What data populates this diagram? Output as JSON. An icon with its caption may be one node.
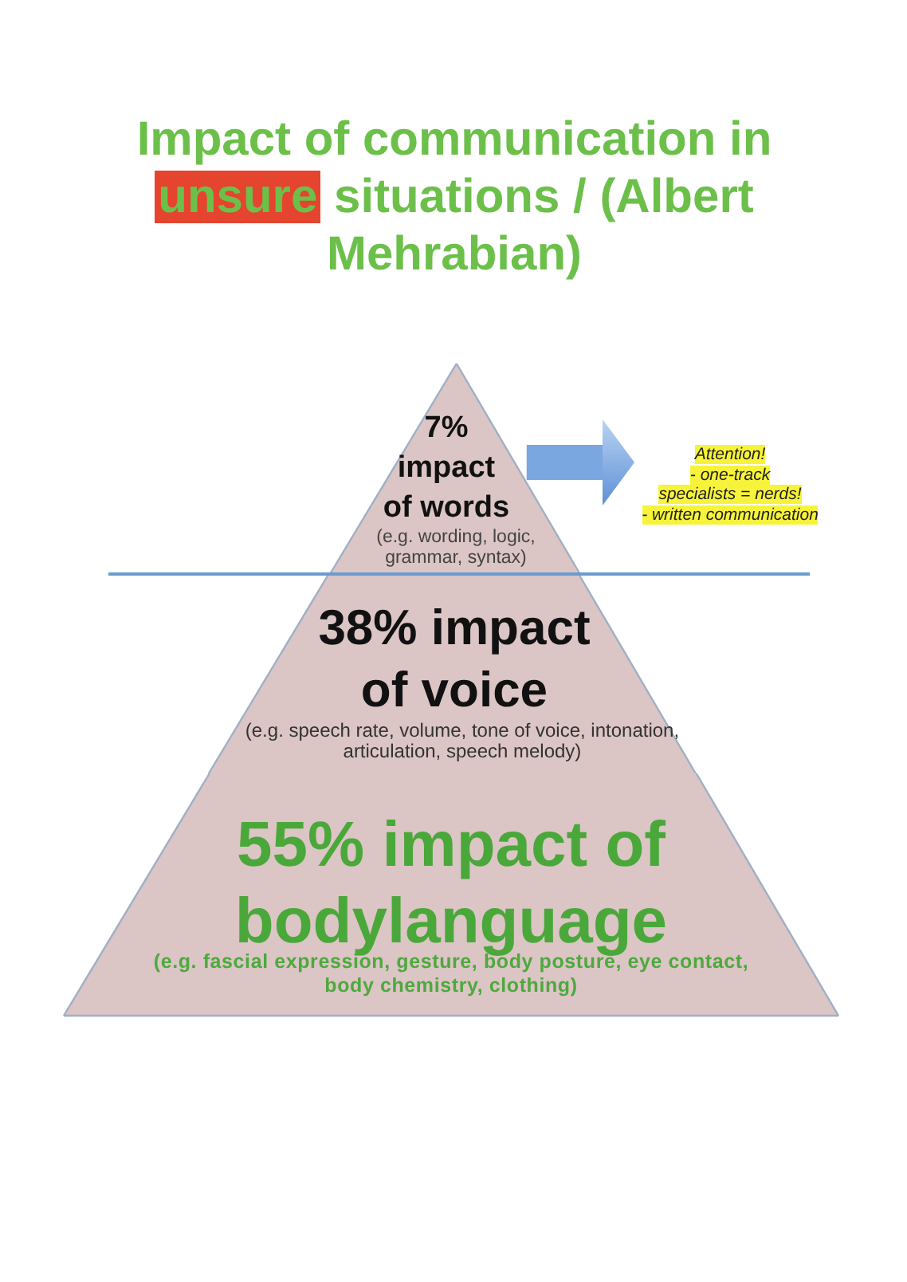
{
  "diagram": {
    "title": "Impact of communication in **unsure** situations / (Albert Mehrabian)",
    "nodes": [
      {
        "text": [
          "7% impact of words",
          "(e.g. wording, logic, grammar, syntax)"
        ]
      },
      {
        "text": [
          "38% impact of voice",
          "(e.g. speech rate, volume, tone of voice, intonation, articulation, speech melody)"
        ]
      },
      {
        "text": [
          "55% impact of bodylanguage",
          "(e.g. fascial expression, gesture, body posture, eye contact, body chemistry, clothing)"
        ]
      },
      {
        "text": [
          "Attention!",
          "- one-track specialists = nerds!",
          "- written communication"
        ]
      }
    ],
    "edges": [
      {
        "from": 0,
        "to": 3,
        "arrow": "to"
      }
    ]
  }
}
